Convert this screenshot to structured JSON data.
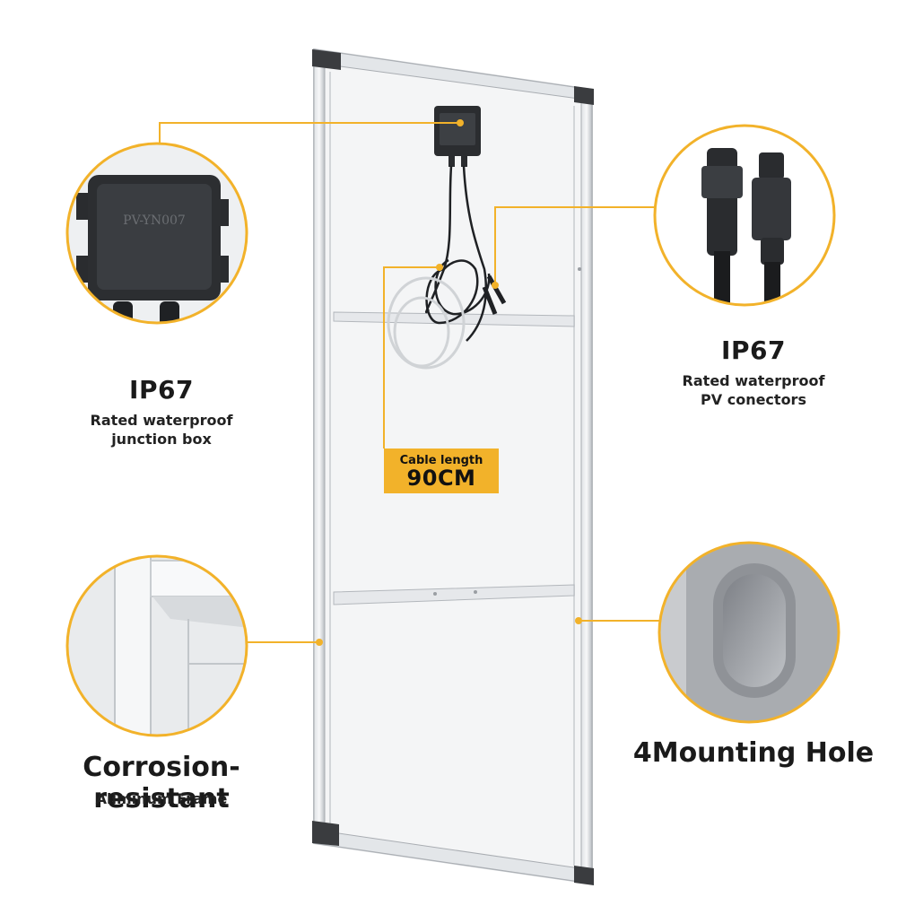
{
  "colors": {
    "accent": "#f2b22a",
    "frame": "#c9cdd1",
    "panel": "#f4f5f6",
    "text": "#1a1a1a"
  },
  "junction_box": {
    "heading": "IP67",
    "line1": "Rated waterproof",
    "line2": "junction box",
    "box_marking": "PV-YN007"
  },
  "connectors": {
    "heading": "IP67",
    "line1": "Rated waterproof",
    "line2": "PV conectors"
  },
  "cable": {
    "label": "Cable length",
    "value": "90CM"
  },
  "frame": {
    "heading": "Corrosion-resistant",
    "subtitle": "Aliminum Frame"
  },
  "mounting": {
    "heading": "4Mounting Hole"
  },
  "icons": [
    "junction-box-icon",
    "mc4-connector-icon",
    "frame-corner-icon",
    "mounting-hole-icon"
  ]
}
